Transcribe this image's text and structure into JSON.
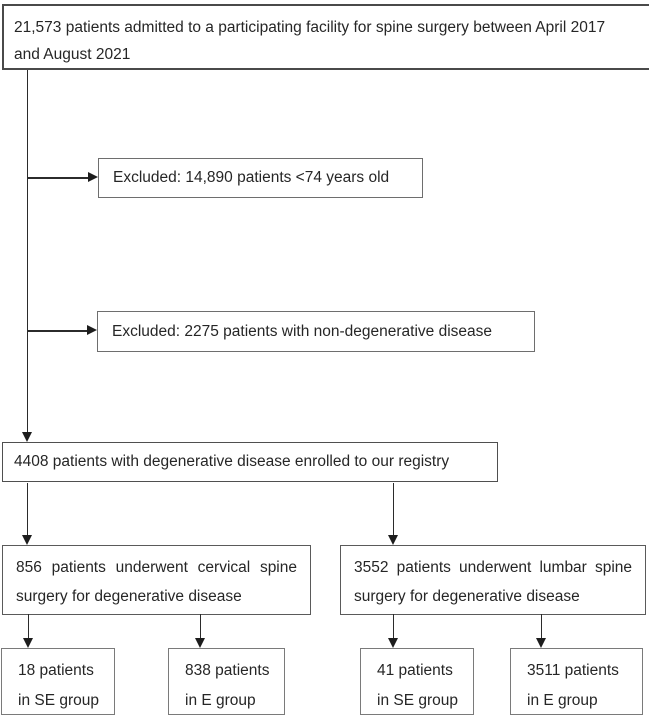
{
  "flow": {
    "admitted": {
      "line1": "21,573 patients admitted to a participating facility for spine surgery between April 2017",
      "line2": "and August 2021"
    },
    "excluded_age": {
      "text": "Excluded: 14,890 patients <74 years old"
    },
    "excluded_nondegenerative": {
      "text": "Excluded: 2275 patients with non-degenerative disease"
    },
    "registry": {
      "text": "4408 patients with degenerative disease enrolled to our registry"
    },
    "cervical": {
      "line1": "856 patients underwent cervical spine",
      "line2": "surgery for degenerative disease"
    },
    "lumbar": {
      "line1": "3552 patients underwent lumbar spine",
      "line2": "surgery for degenerative disease"
    },
    "cervical_se": {
      "line1": "18 patients",
      "line2": "in SE group"
    },
    "cervical_e": {
      "line1": "838 patients",
      "line2": "in E group"
    },
    "lumbar_se": {
      "line1": "41 patients",
      "line2": "in SE group"
    },
    "lumbar_e": {
      "line1": "3511 patients",
      "line2": "in E group"
    }
  },
  "colors": {
    "background": "#ffffff",
    "box_border": "#565656",
    "connector": "#2b2b2b",
    "text": "#262626"
  }
}
